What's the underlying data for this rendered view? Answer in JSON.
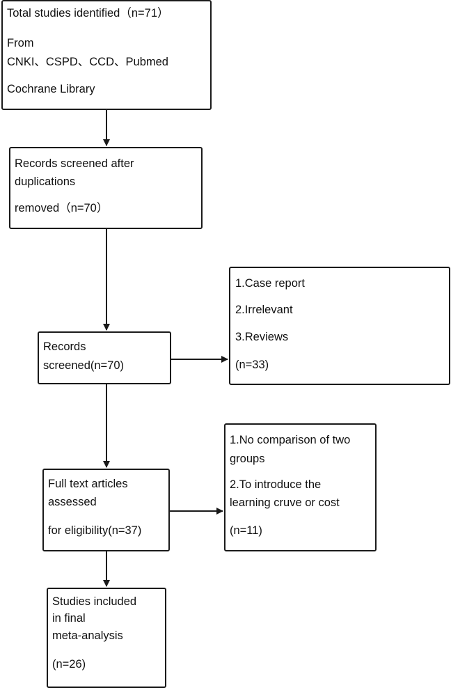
{
  "identification": {
    "line1": "Total studies identified（n=71）",
    "line2": "From",
    "line3": "CNKI、CSPD、CCD、Pubmed",
    "line4": "Cochrane Library"
  },
  "dedup": {
    "line1": "Records screened after",
    "line2": "duplications",
    "line3": "removed（n=70）"
  },
  "screened": {
    "line1": "Records",
    "line2": "screened(n=70)"
  },
  "excluded_screening": {
    "line1": "1.Case report",
    "line2": "2.Irrelevant",
    "line3": "3.Reviews",
    "line4": "(n=33)"
  },
  "fulltext": {
    "line1": "Full text articles",
    "line2": "assessed",
    "line3": "for eligibility(n=37)"
  },
  "excluded_fulltext": {
    "line1": "1.No comparison of two",
    "line2": "groups",
    "line3": "2.To introduce the",
    "line4": "learning cruve or cost",
    "line5": "(n=11)"
  },
  "included": {
    "line1": "Studies included",
    "line2": "in final",
    "line3": "meta-analysis",
    "line4": "(n=26)"
  }
}
